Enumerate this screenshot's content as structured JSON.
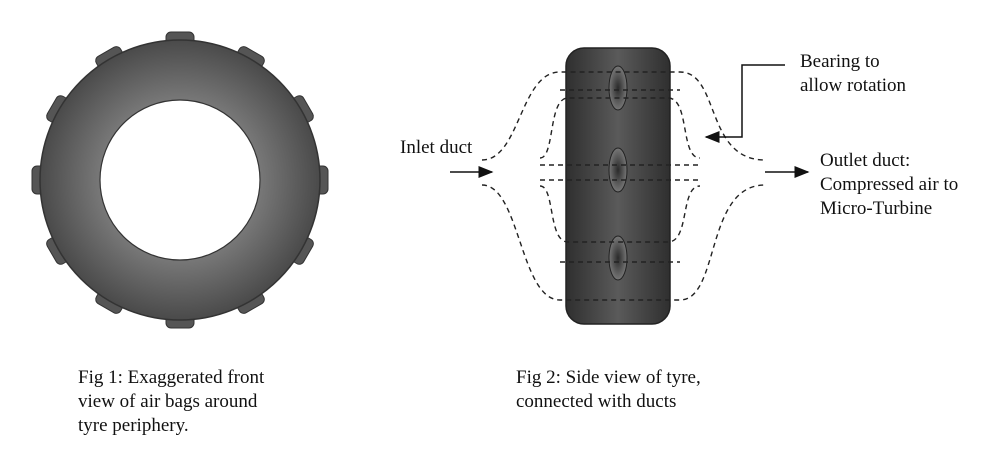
{
  "fig1": {
    "caption": [
      "Fig 1: Exaggerated front",
      "view of air bags around",
      "tyre periphery."
    ]
  },
  "fig2": {
    "caption": [
      "Fig 2: Side view of tyre,",
      "connected with ducts"
    ],
    "bearing_label": [
      "Bearing to",
      "allow rotation"
    ],
    "inlet_label": "Inlet duct",
    "outlet_label": [
      "Outlet duct:",
      "Compressed air to",
      "Micro-Turbine"
    ]
  },
  "colors": {
    "tyre_dark": "#3a3a3a",
    "tyre_mid": "#6e6e6e",
    "line": "#111111"
  }
}
